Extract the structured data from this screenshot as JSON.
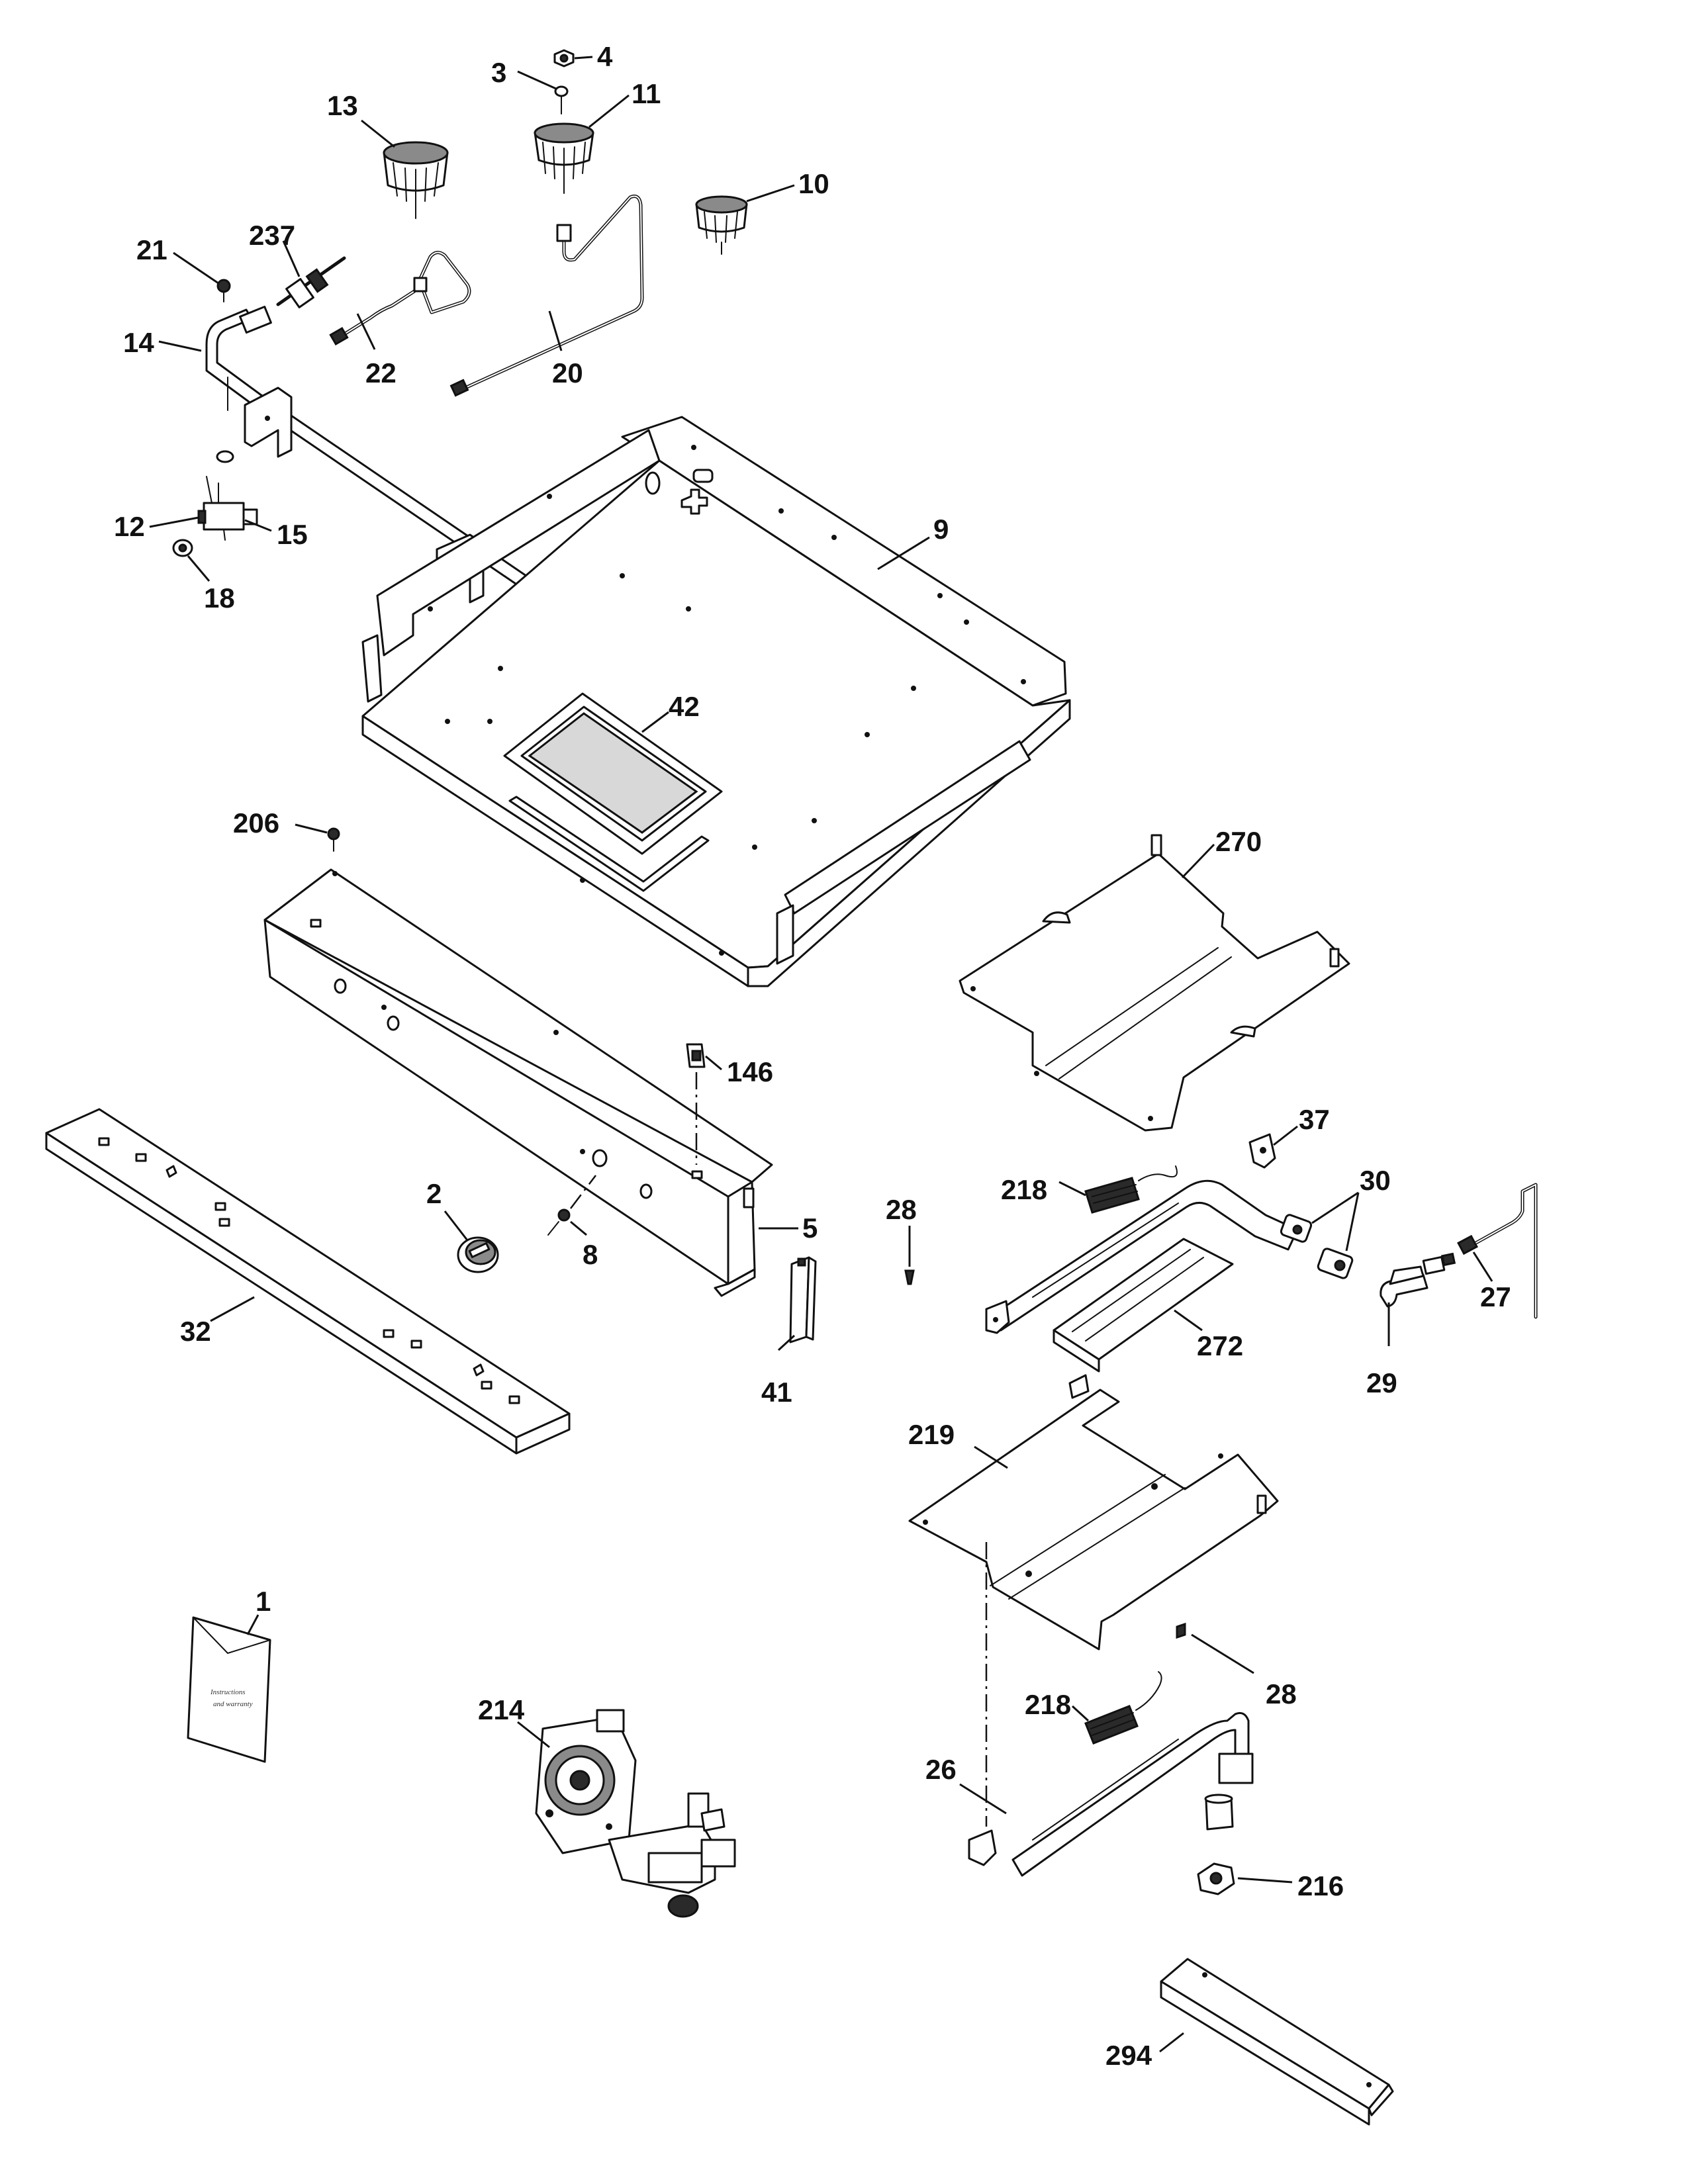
{
  "callouts": {
    "c1": "1",
    "c2": "2",
    "c3": "3",
    "c4": "4",
    "c5": "5",
    "c8": "8",
    "c9": "9",
    "c10": "10",
    "c11": "11",
    "c12": "12",
    "c13": "13",
    "c14": "14",
    "c15": "15",
    "c18": "18",
    "c20": "20",
    "c21": "21",
    "c22": "22",
    "c26": "26",
    "c27": "27",
    "c28a": "28",
    "c28b": "28",
    "c29": "29",
    "c30": "30",
    "c32": "32",
    "c37": "37",
    "c41": "41",
    "c42": "42",
    "c146": "146",
    "c206": "206",
    "c214": "214",
    "c216": "216",
    "c218a": "218",
    "c218b": "218",
    "c219": "219",
    "c237": "237",
    "c270": "270",
    "c272": "272",
    "c294": "294"
  }
}
